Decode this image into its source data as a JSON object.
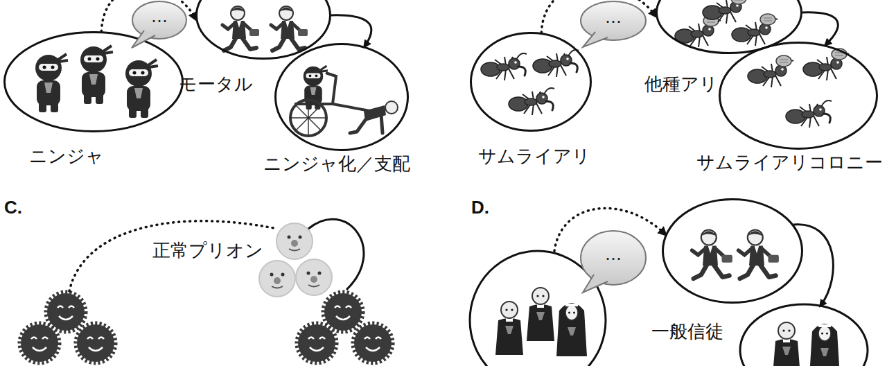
{
  "diagram": {
    "nodes": [
      {
        "text": [
          "ニンジャ"
        ]
      },
      {
        "text": [
          "…"
        ]
      },
      {
        "text": [
          "モータル"
        ]
      },
      {
        "text": [
          "ニンジャ化／支配"
        ]
      },
      {
        "text": [
          "サムライアリ"
        ]
      },
      {
        "text": [
          "…"
        ]
      },
      {
        "text": [
          "他種アリ"
        ]
      },
      {
        "text": [
          "サムライアリコロニー"
        ]
      },
      {
        "text": [
          "…"
        ]
      },
      {
        "text": [
          "一般信徒"
        ]
      }
    ],
    "edges": [
      {
        "from": 0,
        "to": 2,
        "arrow": "to"
      },
      {
        "from": 2,
        "to": 3,
        "arrow": "to"
      },
      {
        "from": 4,
        "to": 6,
        "arrow": "to"
      },
      {
        "from": 6,
        "to": 7,
        "arrow": "to"
      }
    ],
    "labels": [
      "C.",
      "正常プリオン",
      "D."
    ]
  }
}
